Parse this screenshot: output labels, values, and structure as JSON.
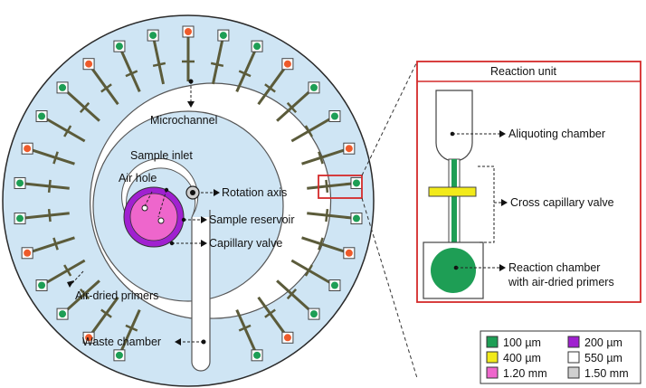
{
  "disc_labels": {
    "microchannel": "Microchannel",
    "sample_inlet": "Sample inlet",
    "air_hole": "Air hole",
    "rotation_axis": "Rotation axis",
    "sample_reservoir": "Sample reservoir",
    "capillary_valve": "Capillary valve",
    "air_dried_primers": "Air-dried primers",
    "waste_chamber": "Waste chamber"
  },
  "reaction_unit": {
    "title": "Reaction unit",
    "aliquoting_chamber": "Aliquoting chamber",
    "cross_capillary_valve": "Cross capillary valve",
    "reaction_chamber_line1": "Reaction chamber",
    "reaction_chamber_line2": "with air-dried primers"
  },
  "legend": [
    {
      "label": "100 µm",
      "color": "#1e9e55"
    },
    {
      "label": "200 µm",
      "color": "#a020d0"
    },
    {
      "label": "400 µm",
      "color": "#f2ea1a"
    },
    {
      "label": "550 µm",
      "color": "#ffffff"
    },
    {
      "label": "1.20 mm",
      "color": "#ee66cc"
    },
    {
      "label": "1.50 mm",
      "color": "#cfcfcf"
    }
  ],
  "colors": {
    "disc": "#cfe5f4",
    "primer_green": "#1e9e55",
    "primer_orange": "#ee5a2a",
    "frame_red": "#d42a2a",
    "stem": "#5b5b3a"
  }
}
